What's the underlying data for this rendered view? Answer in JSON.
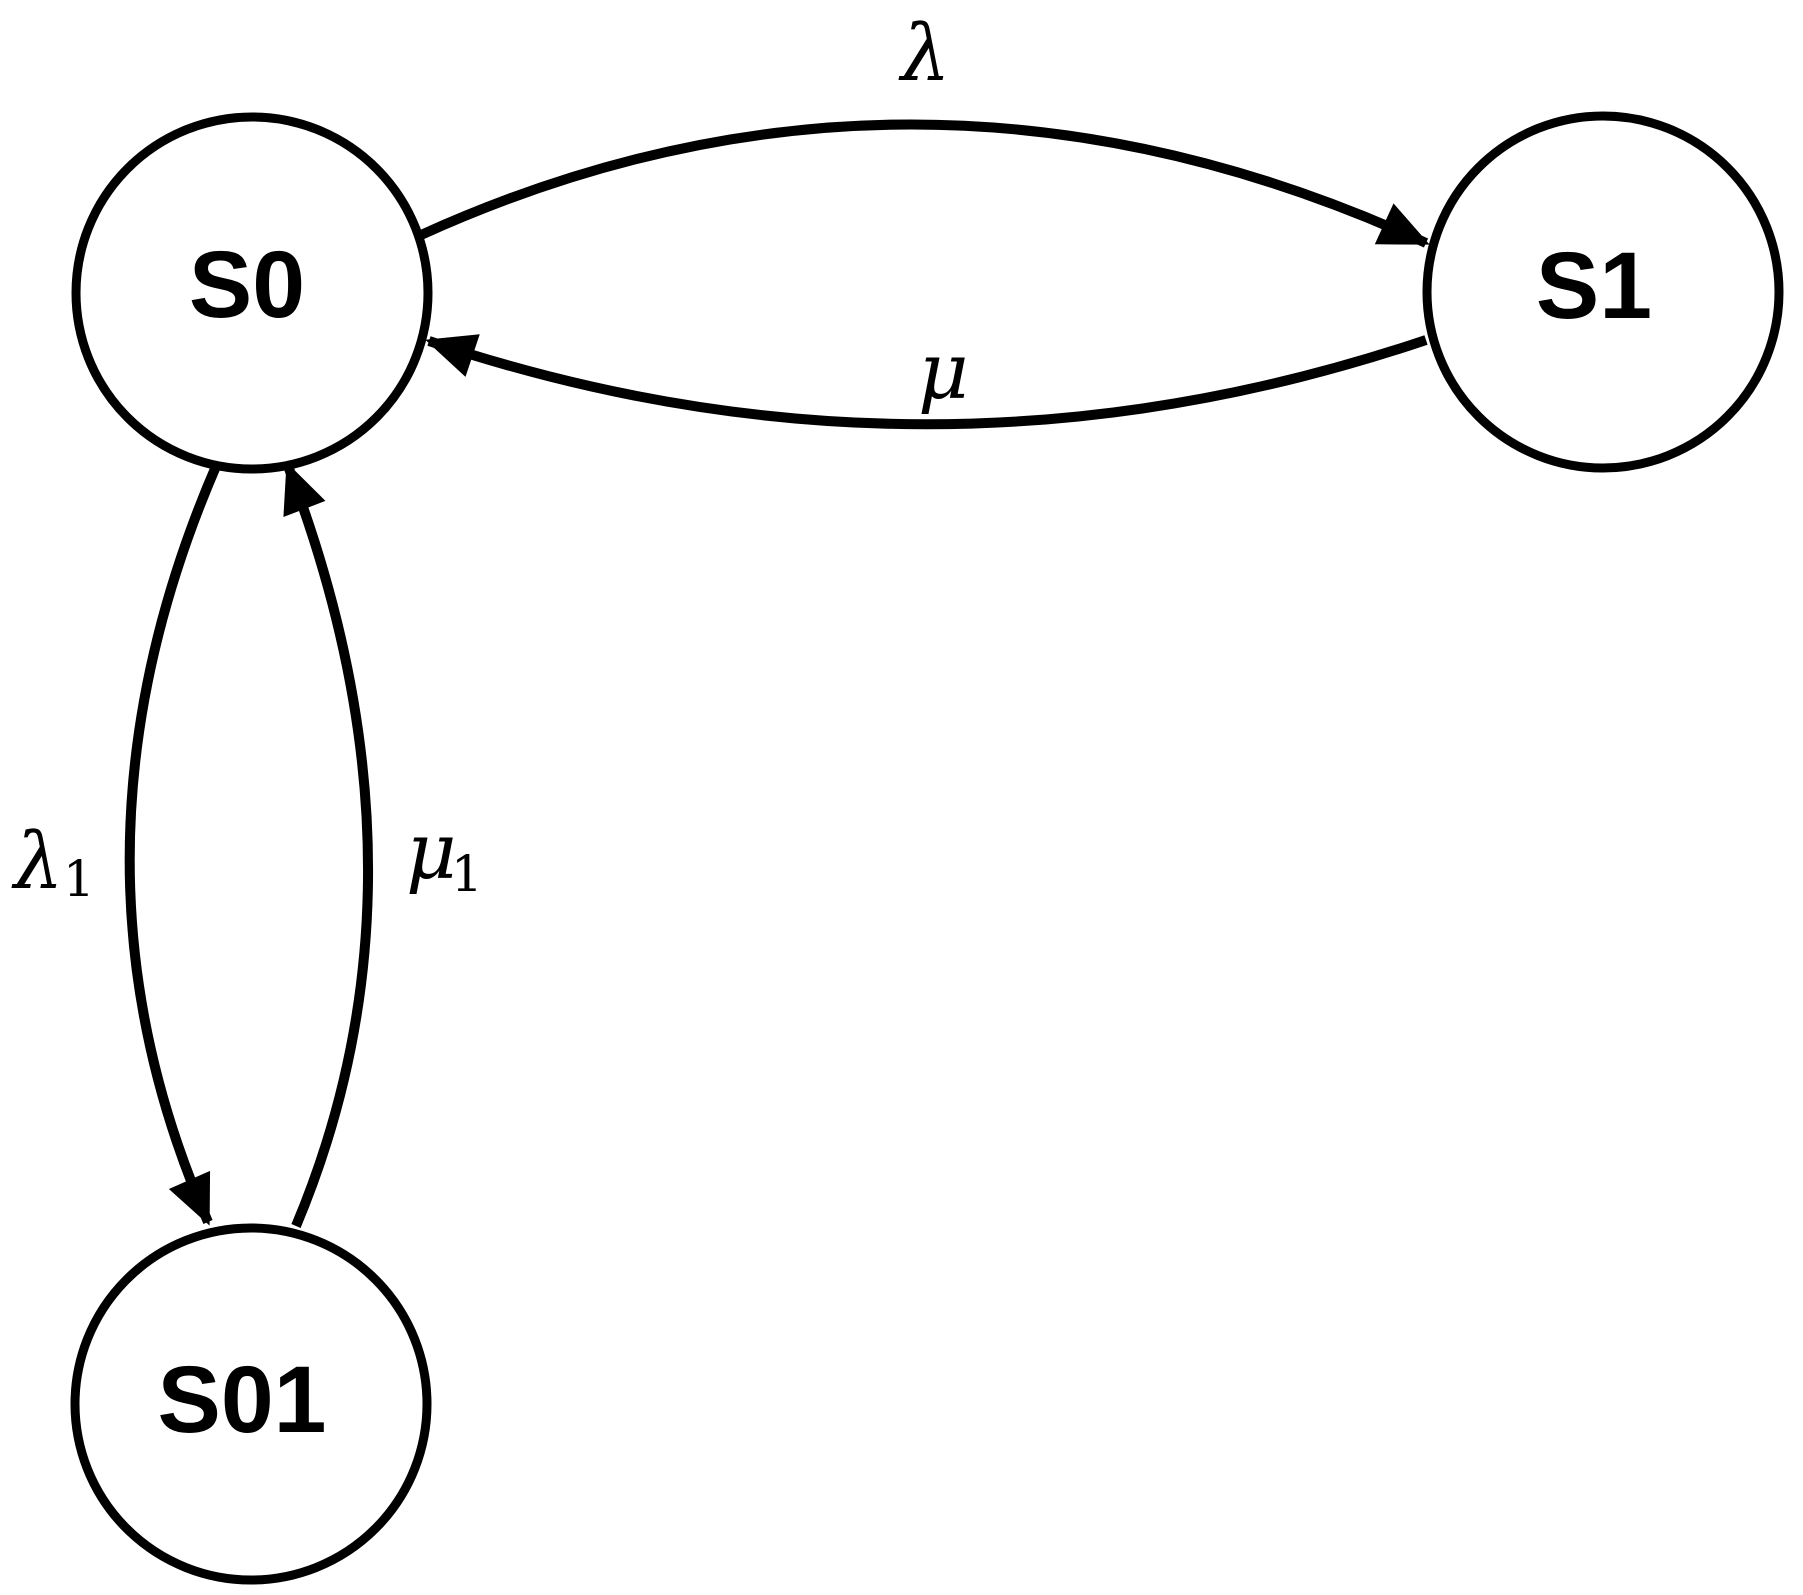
{
  "diagram": {
    "type": "state-transition-diagram",
    "background_color": "#ffffff",
    "stroke_color": "#000000",
    "nodes": [
      {
        "id": "s0",
        "label": "S0"
      },
      {
        "id": "s1",
        "label": "S1"
      },
      {
        "id": "s01",
        "label": "S01"
      }
    ],
    "edges": [
      {
        "from": "S0",
        "to": "S1",
        "label": "λ",
        "label_subscript": ""
      },
      {
        "from": "S1",
        "to": "S0",
        "label": "μ",
        "label_subscript": ""
      },
      {
        "from": "S0",
        "to": "S01",
        "label": "λ",
        "label_subscript": "1"
      },
      {
        "from": "S01",
        "to": "S0",
        "label": "μ",
        "label_subscript": "1"
      }
    ]
  }
}
